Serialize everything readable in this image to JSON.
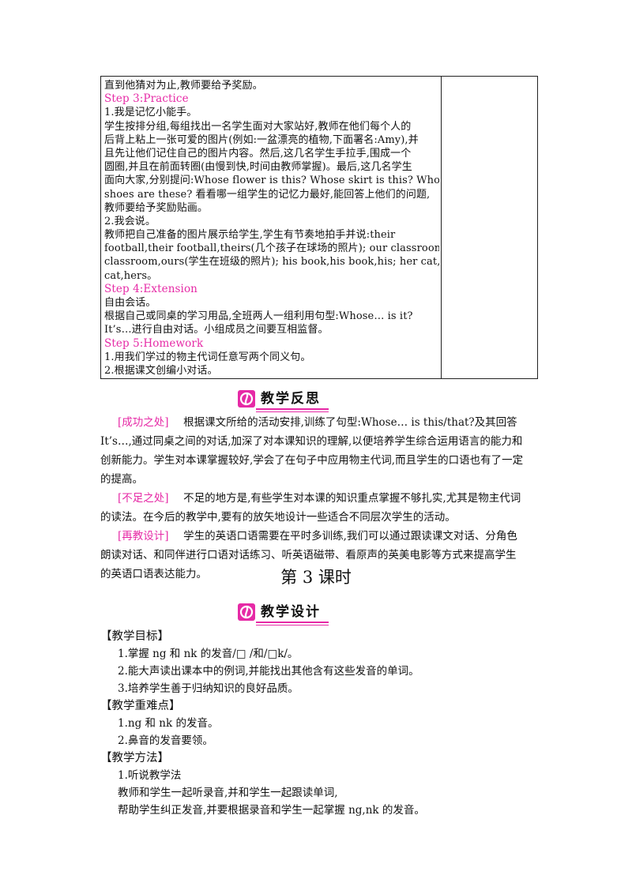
{
  "table": {
    "lines": [
      {
        "text": "直到他猜对为止,教师要给予奖励。",
        "step": false
      },
      {
        "text": "Step 3:Practice",
        "step": true
      },
      {
        "text": "1.我是记忆小能手。",
        "step": false
      },
      {
        "text": "学生按排分组,每组找出一名学生面对大家站好,教师在他们每个人的",
        "step": false
      },
      {
        "text": "后背上粘上一张可爱的图片(例如:一盆漂亮的植物,下面署名:Amy),并",
        "step": false
      },
      {
        "text": "且先让他们记住自己的图片内容。然后,这几名学生手拉手,围成一个",
        "step": false
      },
      {
        "text": "圆圈,并且在前面转圈(由慢到快,时间由教师掌握)。最后,这几名学生",
        "step": false
      },
      {
        "text": "面向大家,分别提问:Whose flower is this? Whose skirt is this? Whose",
        "step": false
      },
      {
        "text": "shoes are these? 看看哪一组学生的记忆力最好,能回答上他们的问题,",
        "step": false
      },
      {
        "text": "教师要给予奖励贴画。",
        "step": false
      },
      {
        "text": "2.我会说。",
        "step": false
      },
      {
        "text": "教师把自己准备的图片展示给学生,学生有节奏地拍手并说:their",
        "step": false
      },
      {
        "text": "football,their football,theirs(几个孩子在球场的照片); our classroom,our",
        "step": false
      },
      {
        "text": "classroom,ours(学生在班级的照片); his book,his book,his; her cat,her",
        "step": false
      },
      {
        "text": "cat,hers。",
        "step": false
      },
      {
        "text": "Step 4:Extension",
        "step": true
      },
      {
        "text": "自由会话。",
        "step": false
      },
      {
        "text": "根据自己或同桌的学习用品,全班两人一组利用句型:Whose… is it?",
        "step": false
      },
      {
        "text": "It’s…进行自由对话。小组成员之间要互相监督。",
        "step": false
      },
      {
        "text": "Step 5:Homework",
        "step": true
      },
      {
        "text": "1.用我们学过的物主代词任意写两个同义句。",
        "step": false
      },
      {
        "text": "2.根据课文创编小对话。",
        "step": false
      }
    ]
  },
  "reflection": {
    "title": "教学反思",
    "success_tag": "[成功之处]",
    "success_lines": [
      "根据课文所给的活动安排,训练了句型:Whose… is this/that?及其回答",
      "It’s…,通过同桌之间的对话,加深了对本课知识的理解,以便培养学生综合运用语言的能力和",
      "创新能力。学生对本课掌握较好,学会了在句子中应用物主代词,而且学生的口语也有了一定",
      "的提高。"
    ],
    "shortcoming_tag": "[不足之处]",
    "shortcoming_lines": [
      "不足的地方是,有些学生对本课的知识重点掌握不够扎实,尤其是物主代词",
      "的读法。在今后的教学中,要有的放矢地设计一些适合不同层次学生的活动。"
    ],
    "redesign_tag": "[再教设计]",
    "redesign_lines": [
      "学生的英语口语需要在平时多训练,我们可以通过跟读课文对话、分角色",
      "朗读对话、和同伴进行口语对话练习、听英语磁带、看原声的英美电影等方式来提高学生",
      "的英语口语表达能力。"
    ]
  },
  "lesson_heading": "第 3 课时",
  "design": {
    "title": "教学设计",
    "goals_head": "【教学目标】",
    "goals": [
      "1.掌握 ng 和 nk 的发音/□ /和/□k/。",
      "2.能大声读出课本中的例词,并能找出其他含有这些发音的单词。",
      "3.培养学生善于归纳知识的良好品质。"
    ],
    "keypoints_head": "【教学重难点】",
    "keypoints": [
      "1.ng 和 nk 的发音。",
      "2.鼻音的发音要领。"
    ],
    "methods_head": "【教学方法】",
    "methods": [
      "1.听说教学法",
      "教师和学生一起听录音,并和学生一起跟读单词,",
      "帮助学生纠正发音,并要根据录音和学生一起掌握 ng,nk 的发音。"
    ]
  },
  "colors": {
    "accent": "#e62aa6",
    "text": "#111111"
  }
}
